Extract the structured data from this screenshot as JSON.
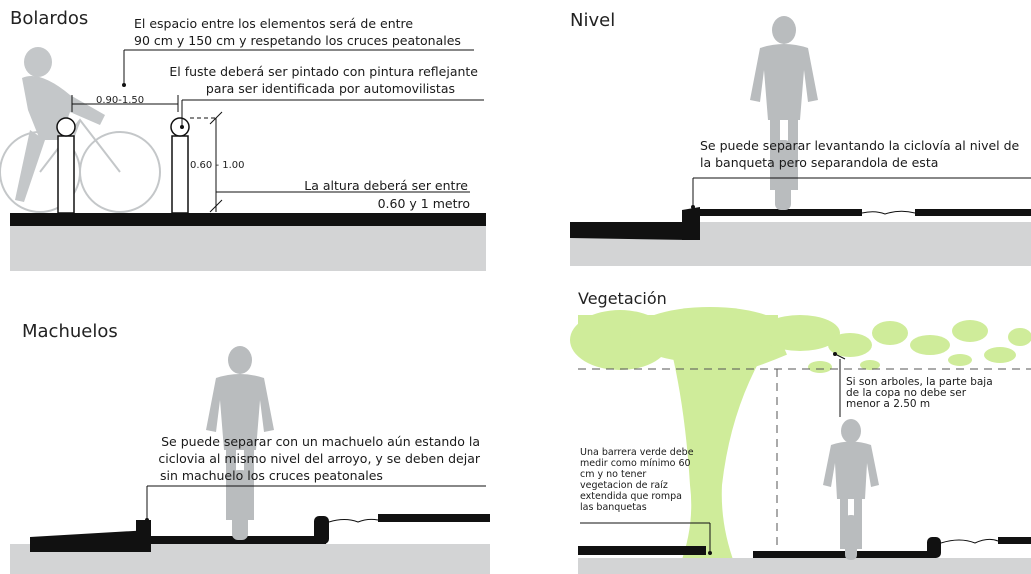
{
  "bolardos": {
    "title": "Bolardos",
    "note_spacing_line1": "El espacio entre los elementos será de entre",
    "note_spacing_line2": "90 cm y 150 cm y respetando los cruces peatonales",
    "note_paint_line1": "El fuste deberá ser pintado con pintura reflejante",
    "note_paint_line2": "para ser identificada por automovilistas",
    "dim_spacing": "0.90-1.50",
    "dim_height": "0.60 - 1.00",
    "note_height_line1": "La altura deberá ser entre",
    "note_height_line2": "0.60 y 1 metro"
  },
  "nivel": {
    "title": "Nivel",
    "note_line1": "Se puede separar levantando la ciclovía al nivel de",
    "note_line2": "la banqueta pero separandola de esta"
  },
  "machuelos": {
    "title": "Machuelos",
    "note_line1": "Se puede separar con un machuelo aún estando la",
    "note_line2": "ciclovia al mismo nivel del arroyo, y se deben dejar",
    "note_line3": "sin machuelo los cruces peatonales"
  },
  "vegetacion": {
    "title": "Vegetación",
    "note_tree_line1": "Si son arboles, la parte baja",
    "note_tree_line2": "de la copa no debe ser",
    "note_tree_line3": "menor a 2.50 m",
    "note_barrier_line1": "Una barrera verde debe",
    "note_barrier_line2": "medir como mínimo 60",
    "note_barrier_line3": "cm y no tener",
    "note_barrier_line4": "vegetacion de raíz",
    "note_barrier_line5": "extendida que rompa",
    "note_barrier_line6": "las banquetas"
  },
  "colors": {
    "ground": "#d3d4d5",
    "silhouette": "#b9bcbe",
    "tree": "#cfec9a",
    "ink": "#111111"
  }
}
